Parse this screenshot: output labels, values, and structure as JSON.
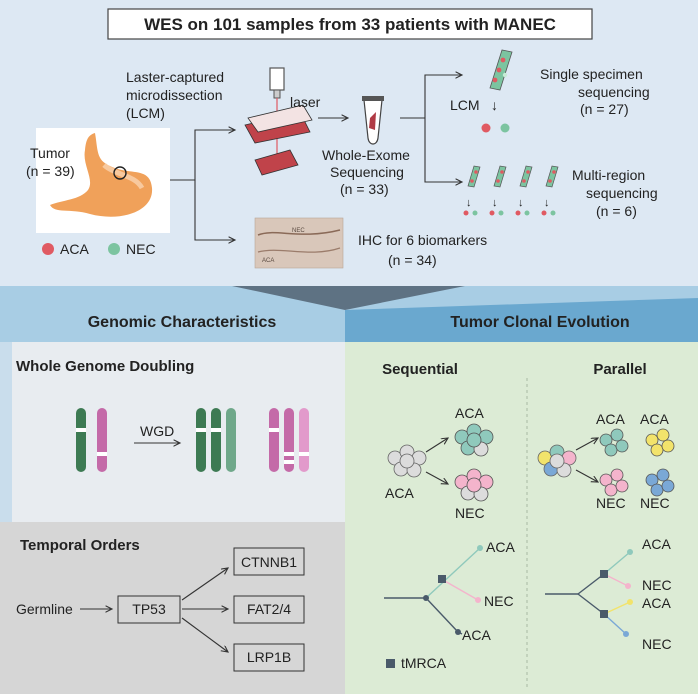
{
  "title": "WES on 101 samples from 33 patients with MANEC",
  "top": {
    "tumor_label": "Tumor",
    "tumor_n": "(n = 39)",
    "lcm_line1": "Laster-captured",
    "lcm_line2": "microdissection",
    "lcm_line3": "(LCM)",
    "laser_label": "laser",
    "wes_line1": "Whole-Exome",
    "wes_line2": "Sequencing",
    "wes_n": "(n = 33)",
    "lcm_short": "LCM",
    "single_line1": "Single specimen",
    "single_line2": "sequencing",
    "single_n": "(n = 27)",
    "multi_line1": "Multi-region",
    "multi_line2": "sequencing",
    "multi_n": "(n = 6)",
    "ihc_line1": "IHC for 6 biomarkers",
    "ihc_n": "(n = 34)",
    "ihc_img_text1": "NEC",
    "ihc_img_text2": "ACA",
    "legend_aca": "ACA",
    "legend_nec": "NEC"
  },
  "left_panel": {
    "header": "Genomic Characteristics",
    "wgd_title": "Whole Genome Doubling",
    "wgd_arrow_label": "WGD",
    "temporal_title": "Temporal Orders",
    "germline": "Germline",
    "tp53": "TP53",
    "ctnnb1": "CTNNB1",
    "fat": "FAT2/4",
    "lrp1b": "LRP1B"
  },
  "right_panel": {
    "header": "Tumor Clonal Evolution",
    "sequential": "Sequential",
    "parallel": "Parallel",
    "seq_aca_top": "ACA",
    "seq_aca_left": "ACA",
    "seq_nec": "NEC",
    "par_aca1": "ACA",
    "par_aca2": "ACA",
    "par_nec1": "NEC",
    "par_nec2": "NEC",
    "tree_seq_aca1": "ACA",
    "tree_seq_nec": "NEC",
    "tree_seq_aca2": "ACA",
    "tree_par_aca1": "ACA",
    "tree_par_nec1": "NEC",
    "tree_par_aca2": "ACA",
    "tree_par_nec2": "NEC",
    "tmrca": "tMRCA"
  },
  "colors": {
    "aca": "#e05a62",
    "nec": "#7cc4a0",
    "top_bg": "#dde8f3",
    "left_bg": "#e8ecf0",
    "left_header": "#a8cde4",
    "right_bg": "#dcebd5",
    "right_header": "#6aa8cf",
    "gray_box": "#d6d6d6"
  }
}
